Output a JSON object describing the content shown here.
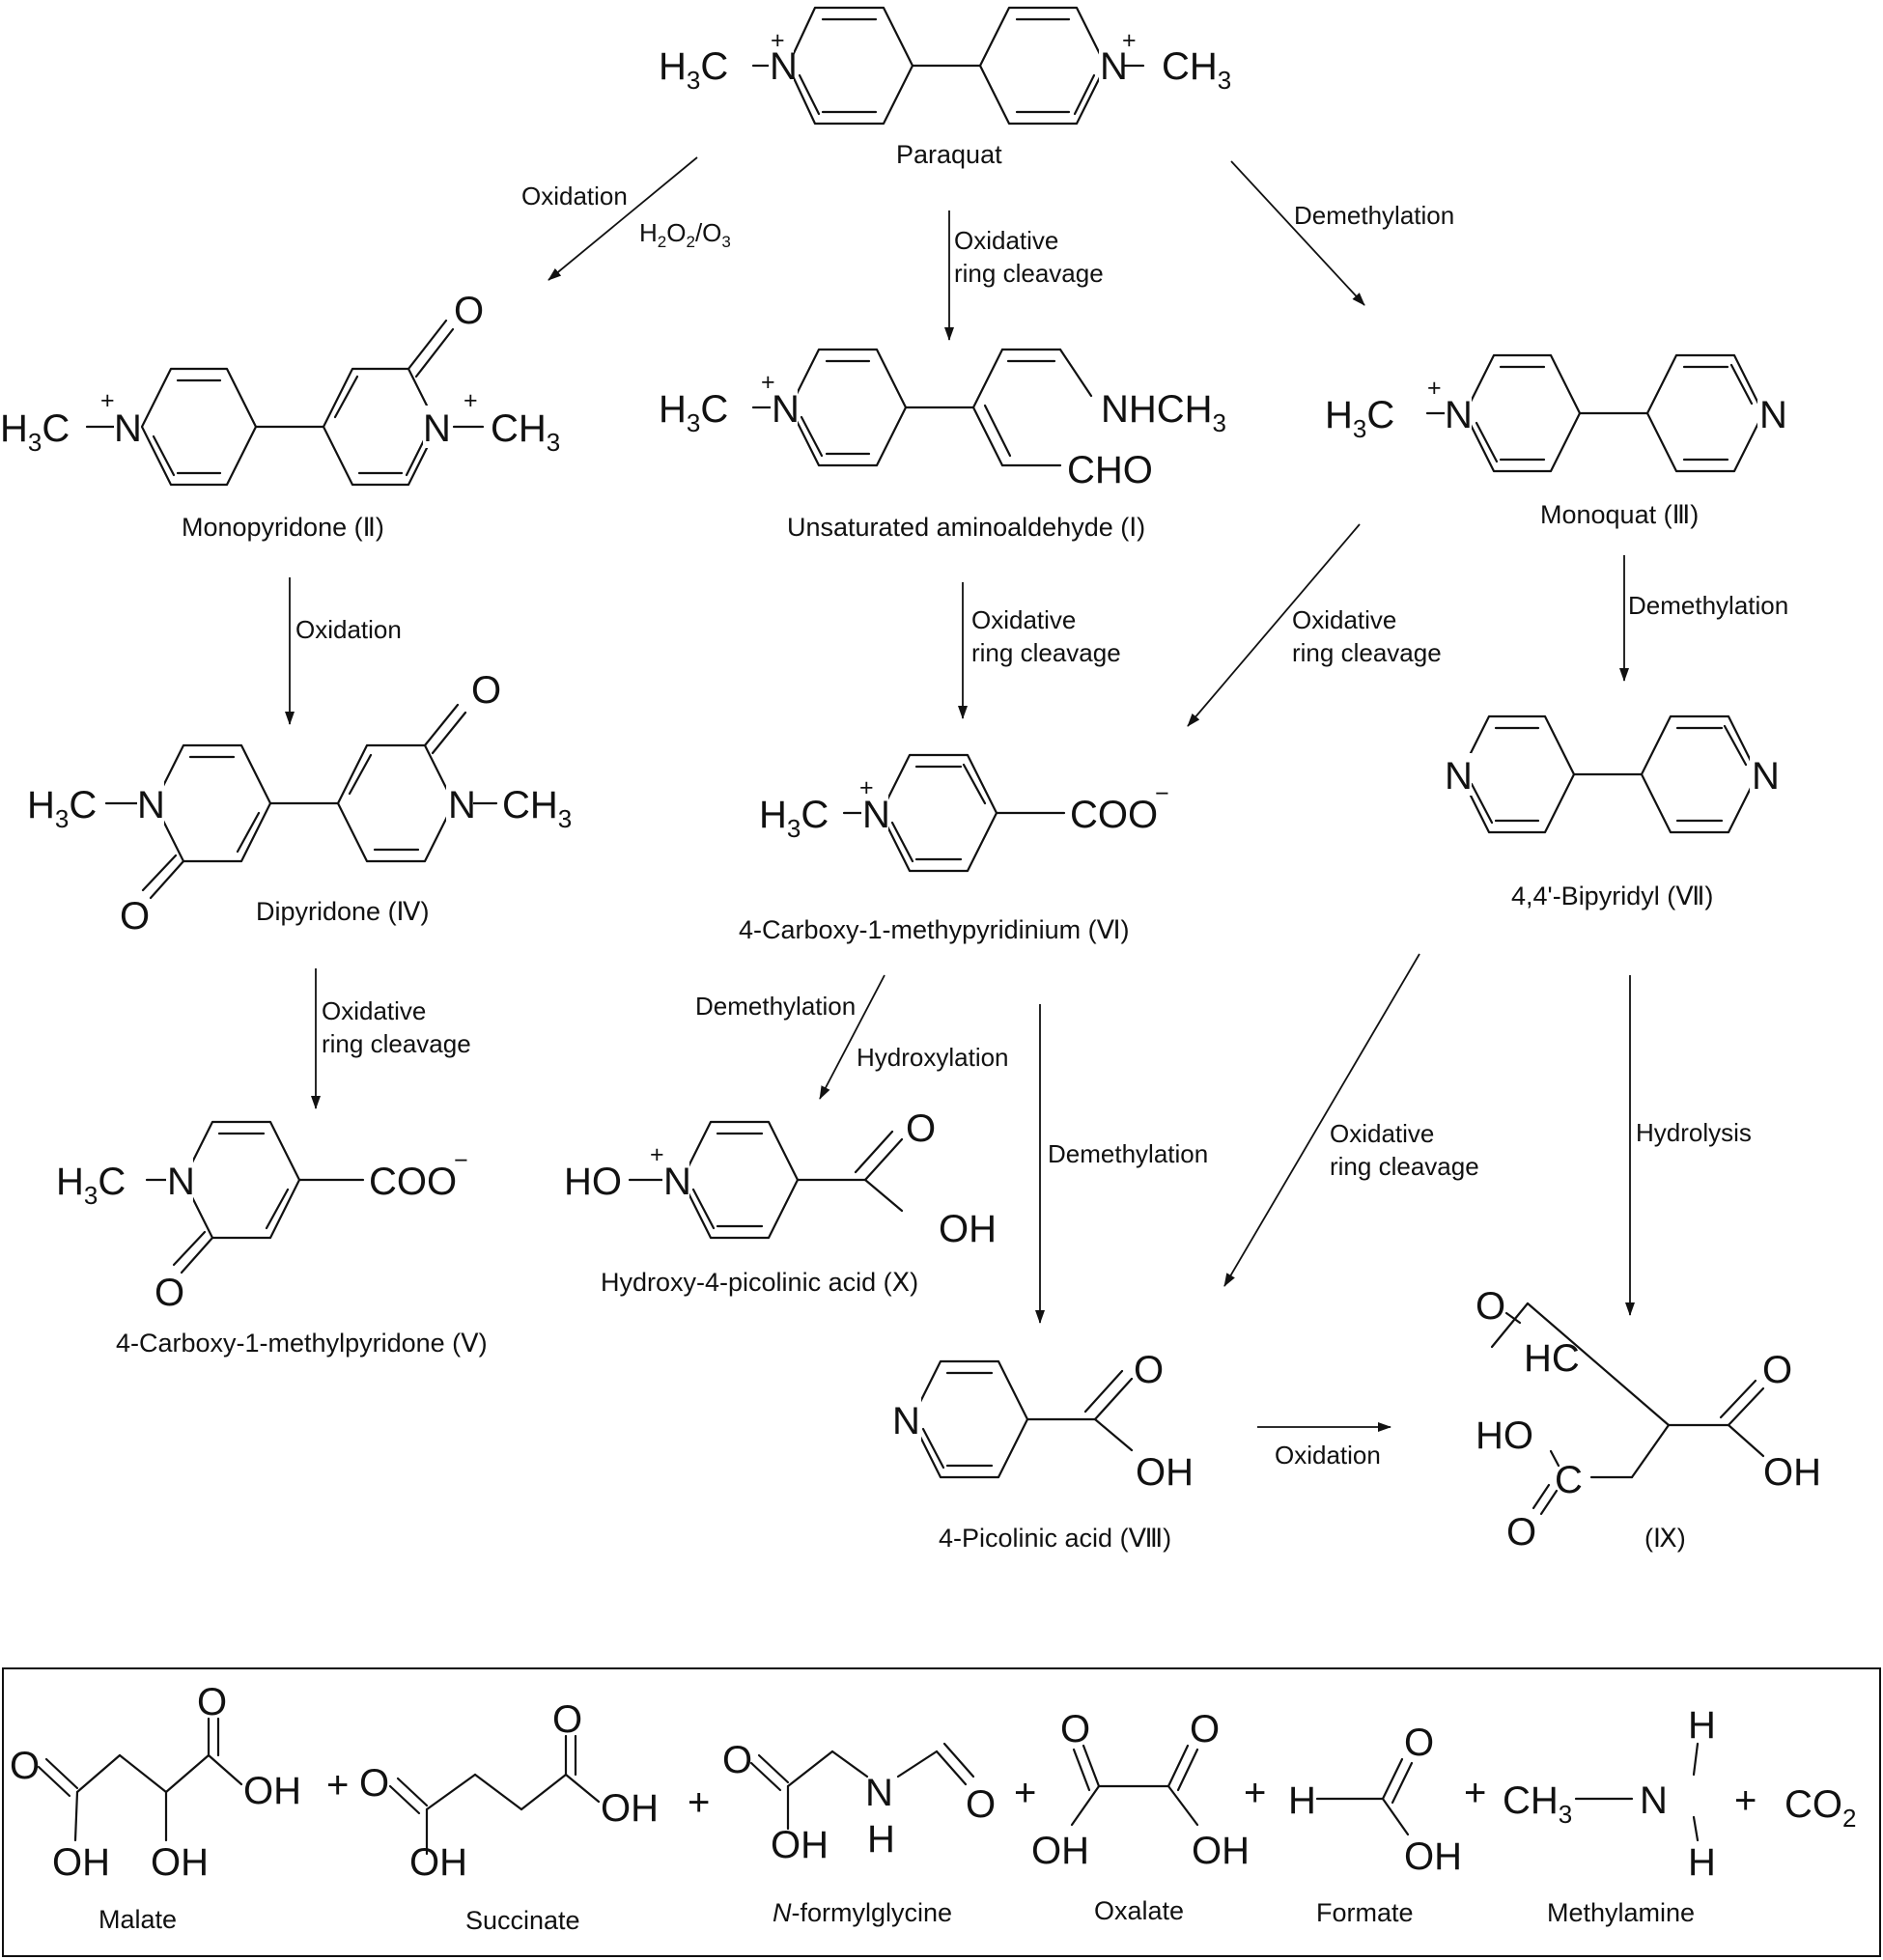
{
  "colors": {
    "ink": "#111111",
    "background": "#ffffff"
  },
  "compounds": {
    "paraquat": "Paraquat",
    "monopyridone": "Monopyridone (Ⅱ)",
    "aminoaldehyde": "Unsaturated aminoaldehyde (Ⅰ)",
    "monoquat": "Monoquat (Ⅲ)",
    "dipyridone": "Dipyridone (Ⅳ)",
    "carboxy_methylpyridinium": "4-Carboxy-1-methypyridinium (Ⅵ)",
    "bipyridyl": "4,4'-Bipyridyl (Ⅶ)",
    "carboxy_methylpyridone": "4-Carboxy-1-methylpyridone (Ⅴ)",
    "hydroxy_picolinic": "Hydroxy-4-picolinic acid (Ⅹ)",
    "picolinic": "4-Picolinic acid (Ⅷ)",
    "ix": "(Ⅸ)"
  },
  "reactions": {
    "oxidation": "Oxidation",
    "h2o2_o3": "H2O2/O3",
    "oxidative": "Oxidative",
    "ring_cleavage": "ring cleavage",
    "demethylation": "Demethylation",
    "hydroxylation": "Hydroxylation",
    "hydrolysis": "Hydrolysis"
  },
  "products": {
    "malate": "Malate",
    "succinate": "Succinate",
    "n_prefix": "N",
    "formylglycine": "-formylglycine",
    "oxalate": "Oxalate",
    "formate": "Formate",
    "methylamine": "Methylamine",
    "co2": "CO2"
  }
}
